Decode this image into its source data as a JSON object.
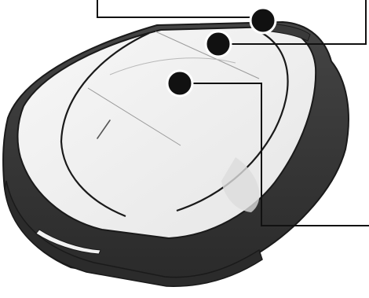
{
  "figure": {
    "subject": "robotic-lawn-mower",
    "view": "three-quarter-front-top",
    "callout_markers": 3,
    "colors": {
      "background": "#ffffff",
      "shell": "#eeeeee",
      "shell_light": "#f6f6f6",
      "body_dark": "#3a3a3a",
      "body_darker": "#2b2b2b",
      "outline": "#1a1a1a",
      "marker": "#111111",
      "leader_line": "#111111"
    }
  }
}
